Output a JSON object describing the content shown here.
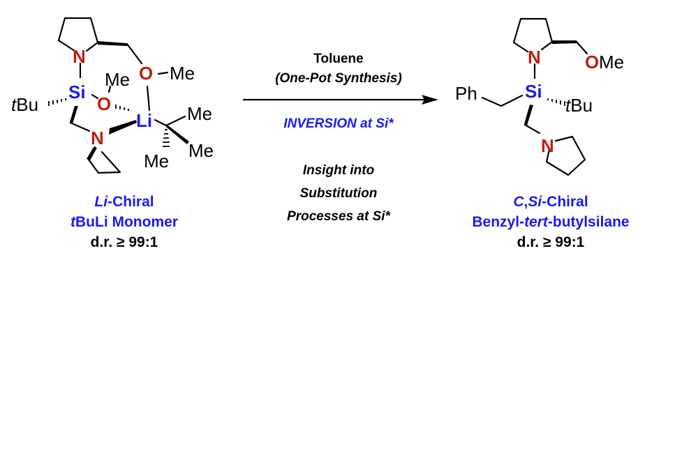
{
  "colors": {
    "nitrogen": "#c0200f",
    "oxygen": "#c0200f",
    "silicon": "#1a1aee",
    "lithium": "#1a1aee",
    "label_blue": "#1a1aee",
    "text": "#000000",
    "background": "#ffffff"
  },
  "reactant": {
    "atoms": {
      "N_ring": "N",
      "Si": "Si",
      "O_bridge": "O",
      "O_bridge_me": "Me",
      "O_side": "O",
      "O_side_me": "Me",
      "Li": "Li",
      "N_amine": "N",
      "tBu": "tBu",
      "me1": "Me",
      "me2": "Me",
      "me3": "Me"
    },
    "label": {
      "line1_italic": "Li",
      "line1_rest": "-Chiral",
      "line2_italic": "t",
      "line2_rest": "BuLi Monomer",
      "dr": "d.r. ≥ 99:1"
    }
  },
  "arrow": {
    "above_line1": "Toluene",
    "above_line2": "(One-Pot Synthesis)",
    "below_blue": "INVERSION at Si*",
    "note_line1": "Insight into",
    "note_line2": "Substitution",
    "note_line3": "Processes at Si*"
  },
  "product": {
    "atoms": {
      "N_ring": "N",
      "O": "O",
      "O_me": "Me",
      "Si": "Si",
      "Ph": "Ph",
      "tBu": "tBu",
      "N_amine": "N"
    },
    "label": {
      "line1_a": "C",
      "line1_b": ",",
      "line1_c": "Si",
      "line1_d": "-Chiral",
      "line2_a": "Benzyl-",
      "line2_b": "tert",
      "line2_c": "-butylsilane",
      "dr": "d.r. ≥ 99:1"
    }
  }
}
